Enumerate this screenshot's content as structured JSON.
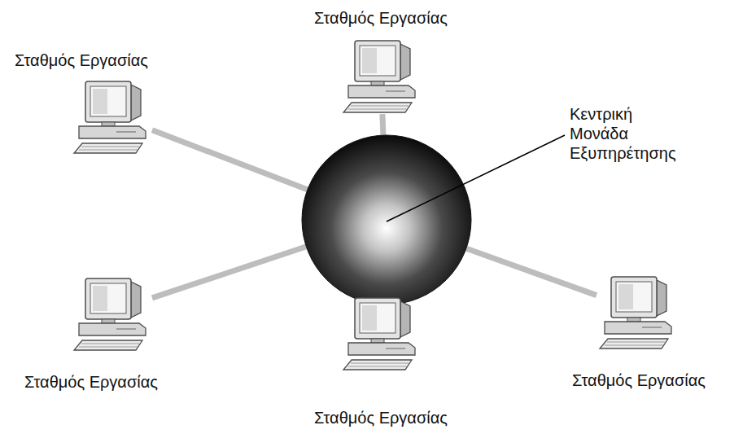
{
  "diagram": {
    "nodes": [
      {
        "text": [
          "Σταθμός Εργασίας"
        ]
      },
      {
        "text": [
          "Σταθμός Εργασίας"
        ]
      },
      {
        "text": [
          "Κεντρική Μονάδα Εξυπηρέτησης"
        ]
      },
      {
        "text": [
          "Σταθμός Εργασίας"
        ]
      },
      {
        "text": [
          "Σταθμός Εργασίας"
        ]
      },
      {
        "text": [
          "Σταθμός Εργασίας"
        ]
      }
    ],
    "edges": [
      {
        "from": 2,
        "to": 0,
        "arrow": "none"
      },
      {
        "from": 2,
        "to": 1,
        "arrow": "none"
      },
      {
        "from": 2,
        "to": 3,
        "arrow": "none"
      },
      {
        "from": 2,
        "to": 4,
        "arrow": "none"
      },
      {
        "from": 2,
        "to": 5,
        "arrow": "none"
      }
    ]
  }
}
